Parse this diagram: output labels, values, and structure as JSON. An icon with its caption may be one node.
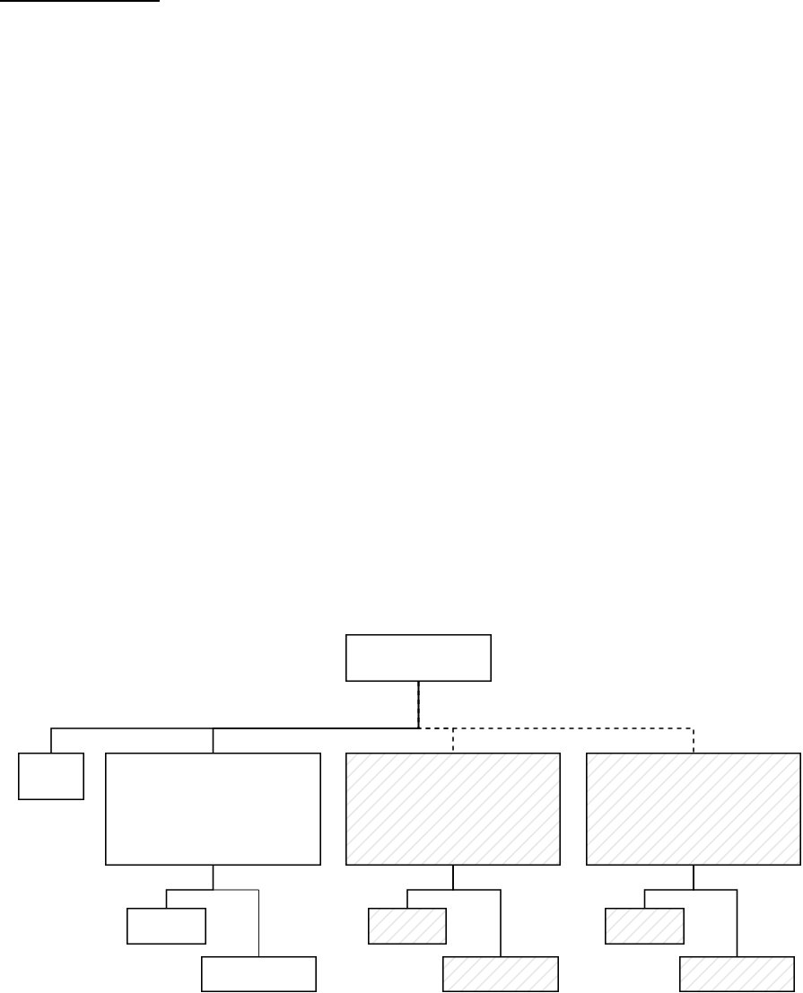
{
  "diagram": {
    "nodes": [
      {
        "text": [],
        "shape": "box"
      },
      {
        "text": [],
        "shape": "box"
      },
      {
        "text": [],
        "shape": "box"
      },
      {
        "text": [],
        "shape": "box"
      },
      {
        "text": [],
        "shape": "box"
      },
      {
        "text": [],
        "shape": "box"
      },
      {
        "text": [],
        "shape": "box"
      },
      {
        "text": [],
        "shape": "box"
      },
      {
        "text": [],
        "shape": "box"
      },
      {
        "text": [],
        "shape": "box"
      },
      {
        "text": [],
        "shape": "box"
      }
    ],
    "edges": [
      {
        "from": 0,
        "to": 1,
        "arrow": "none"
      },
      {
        "from": 0,
        "to": 2,
        "arrow": "none"
      },
      {
        "from": 0,
        "to": 3,
        "arrow": "none",
        "style": "dashed"
      },
      {
        "from": 0,
        "to": 4,
        "arrow": "none",
        "style": "dashed"
      },
      {
        "from": 2,
        "to": 5,
        "arrow": "none"
      },
      {
        "from": 2,
        "to": 8,
        "arrow": "none"
      },
      {
        "from": 3,
        "to": 6,
        "arrow": "none"
      },
      {
        "from": 3,
        "to": 9,
        "arrow": "none"
      },
      {
        "from": 4,
        "to": 7,
        "arrow": "none"
      },
      {
        "from": 4,
        "to": 10,
        "arrow": "none"
      }
    ]
  }
}
